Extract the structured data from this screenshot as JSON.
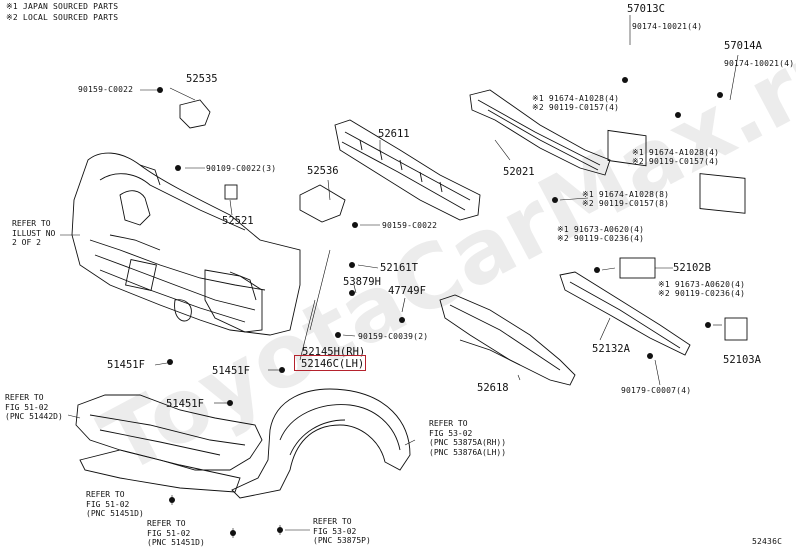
{
  "legend": {
    "japan": "※1 JAPAN SOURCED PARTS",
    "local": "※2 LOCAL SOURCED PARTS"
  },
  "watermark": "ToyotaCarMax.ru",
  "diagram_id": "52436C",
  "parts": {
    "p57013C": "57013C",
    "p57014A": "57014A",
    "p52535": "52535",
    "p52611": "52611",
    "p52536": "52536",
    "p52021": "52021",
    "p52521": "52521",
    "p52161T": "52161T",
    "p53879H": "53879H",
    "p47749F": "47749F",
    "p52102B": "52102B",
    "p52132A": "52132A",
    "p52103A": "52103A",
    "p52145H": "52145H(RH)",
    "p52146C": "52146C(LH)",
    "p52618": "52618",
    "p51451F_a": "51451F",
    "p51451F_b": "51451F",
    "p51451F_c": "51451F"
  },
  "fasteners": {
    "f90174a": "90174-10021(4)",
    "f90174b": "90174-10021(4)",
    "f91674a": "※1 91674-A1028(4)",
    "f90119a": "※2 90119-C0157(4)",
    "f91674b": "※1 91674-A1028(4)",
    "f90119b": "※2 90119-C0157(4)",
    "f91674c": "※1 91674-A1028(8)",
    "f90119c": "※2 90119-C0157(8)",
    "f91673a": "※1 91673-A0620(4)",
    "f90119d": "※2 90119-C0236(4)",
    "f91673b": "※1 91673-A0620(4)",
    "f90119e": "※2 90119-C0236(4)",
    "f90159a": "90159-C0022",
    "f90109": "90109-C0022(3)",
    "f90159b": "90159-C0022",
    "f90159c": "90159-C0039(2)",
    "f90179": "90179-C0007(4)"
  },
  "notes": {
    "illust": "REFER TO\nILLUST NO\n2 OF 2",
    "fig51442": "REFER TO\nFIG 51-02\n(PNC 51442D)",
    "fig51451": "REFER TO\nFIG 51-02\n(PNC 51451D)",
    "fig51451b": "REFER TO\nFIG 51-02\n(PNC 51451D)",
    "fig53875": "REFER TO\nFIG 53-02\n(PNC 53875P)",
    "fig53875A": "REFER TO\nFIG 53-02\n(PNC 53875A(RH))\n(PNC 53876A(LH))"
  },
  "highlight_color": "#b5222d"
}
